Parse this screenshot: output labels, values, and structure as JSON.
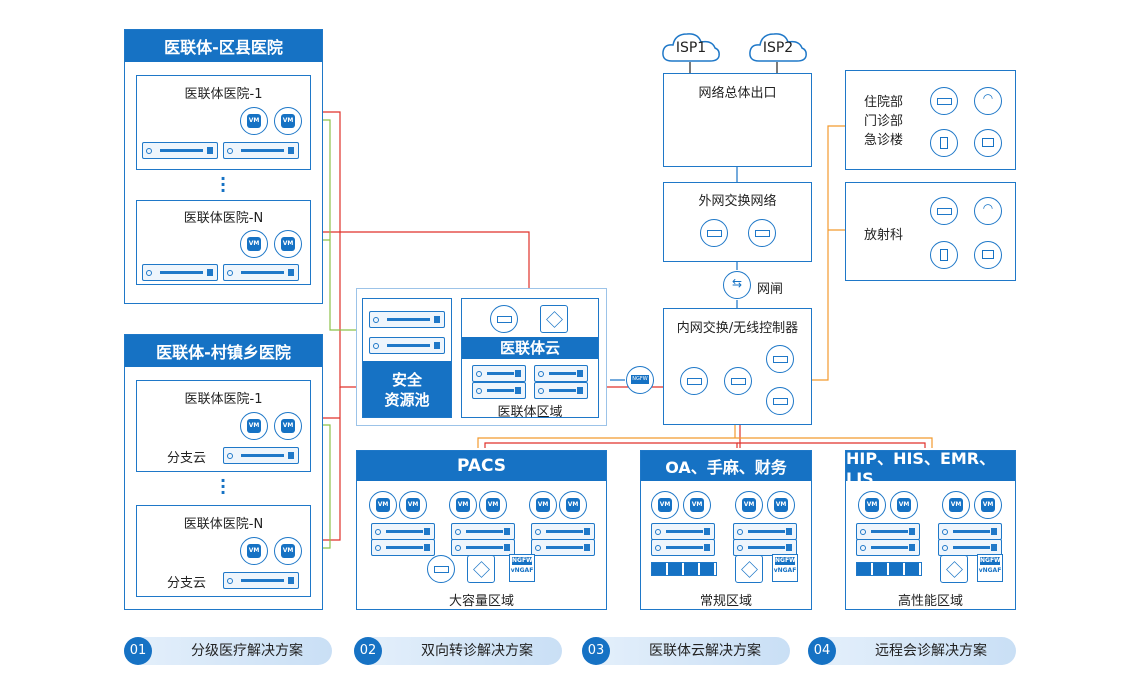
{
  "county": {
    "title": "医联体-区县医院",
    "hospital1": "医联体医院-1",
    "hospitalN": "医联体医院-N"
  },
  "village": {
    "title": "医联体-村镇乡医院",
    "hospital1": "医联体医院-1",
    "hospitalN": "医联体医院-N",
    "branch_cloud": "分支云"
  },
  "security_pool": "安全\n资源池",
  "medical_cloud": {
    "title": "医联体云",
    "zone": "医联体区域"
  },
  "isp": [
    "ISP1",
    "ISP2"
  ],
  "internet_exit": "网络总体出口",
  "outer_switch": "外网交换网络",
  "gateway": "网闸",
  "inner_switch": "内网交换/无线控制器",
  "inpatient_block": [
    "住院部",
    "门诊部",
    "急诊楼"
  ],
  "radiology": "放射科",
  "pacs": {
    "title": "PACS",
    "zone": "大容量区域"
  },
  "oa": {
    "title": "OA、手麻、财务",
    "zone": "常规区域"
  },
  "hip": {
    "title": "HIP、HIS、EMR、LIS",
    "zone": "高性能区域"
  },
  "solutions": [
    {
      "num": "01",
      "label": "分级医疗解决方案"
    },
    {
      "num": "02",
      "label": "双向转诊解决方案"
    },
    {
      "num": "03",
      "label": "医联体云解决方案"
    },
    {
      "num": "04",
      "label": "远程会诊解决方案"
    }
  ],
  "colors": {
    "primary": "#1672c4",
    "red_link": "#e0312a",
    "orange_link": "#f29a2e",
    "green_link": "#8cc24a"
  },
  "icons": [
    "vm-icon",
    "server-icon",
    "ngfw-icon",
    "wifi-icon",
    "building-icon",
    "cloud-icon",
    "exchange-icon"
  ]
}
